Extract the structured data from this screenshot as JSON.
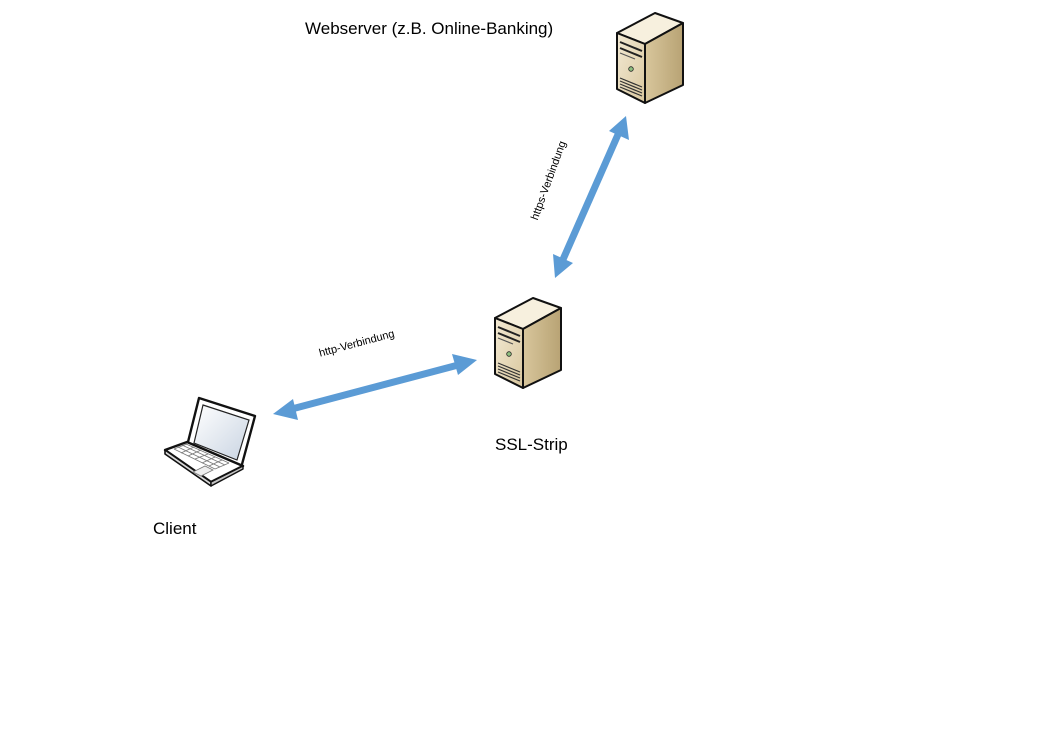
{
  "nodes": {
    "webserver": {
      "label": "Webserver (z.B. Online-Banking)",
      "icon": "server-icon"
    },
    "ssl_strip": {
      "label": "SSL-Strip",
      "icon": "server-icon"
    },
    "client": {
      "label": "Client",
      "icon": "laptop-icon"
    }
  },
  "edges": {
    "http": {
      "label": "http-Verbindung",
      "from": "client",
      "to": "ssl_strip",
      "direction": "bidirectional"
    },
    "https": {
      "label": "https-Verbindung",
      "from": "ssl_strip",
      "to": "webserver",
      "direction": "bidirectional"
    }
  },
  "colors": {
    "arrow": "#5b9bd5",
    "server_front": "#e9dcbf",
    "server_side": "#cbb88d",
    "server_top": "#f6efdc",
    "outline": "#111111"
  }
}
